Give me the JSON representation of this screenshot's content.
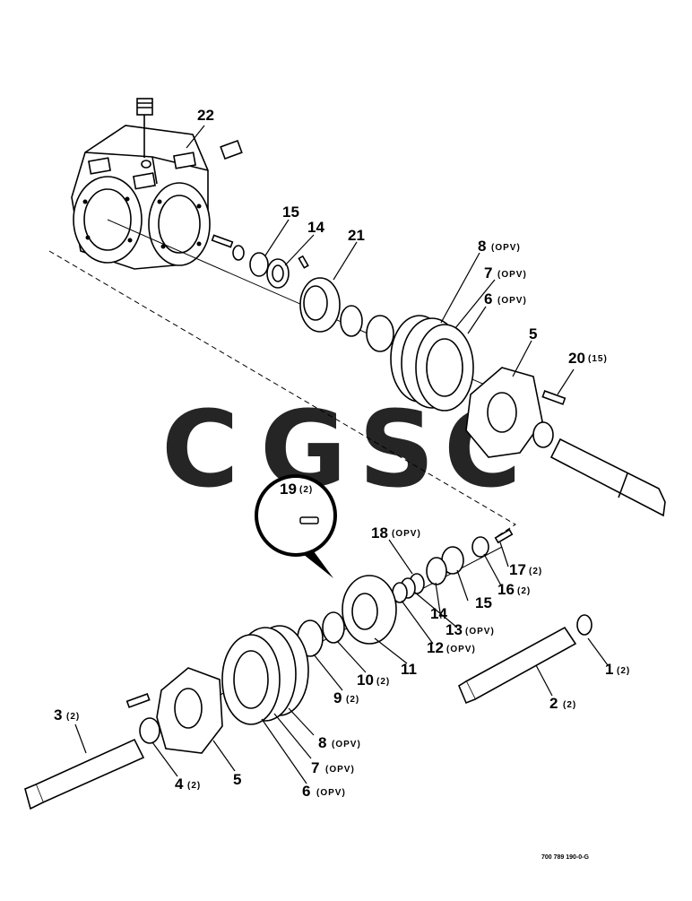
{
  "diagram": {
    "drawing_code": "700 789 190-0-G",
    "watermark": {
      "letters": [
        "C",
        "G",
        "S",
        "C"
      ],
      "colors": [
        "#7aaaf5",
        "#f27b78",
        "#f7cf55",
        "#5cbf8b"
      ]
    },
    "callouts": [
      {
        "id": "c22",
        "label": "22",
        "qty": ""
      },
      {
        "id": "c15a",
        "label": "15",
        "qty": ""
      },
      {
        "id": "c14a",
        "label": "14",
        "qty": ""
      },
      {
        "id": "c21",
        "label": "21",
        "qty": ""
      },
      {
        "id": "c8a",
        "label": "8",
        "qty": "(OPV)"
      },
      {
        "id": "c7a",
        "label": "7",
        "qty": "(OPV)"
      },
      {
        "id": "c6a",
        "label": "6",
        "qty": "(OPV)"
      },
      {
        "id": "c5a",
        "label": "5",
        "qty": ""
      },
      {
        "id": "c20",
        "label": "20",
        "qty": "(15)"
      },
      {
        "id": "c19",
        "label": "19",
        "qty": "(2)"
      },
      {
        "id": "c18",
        "label": "18",
        "qty": "(OPV)"
      },
      {
        "id": "c17",
        "label": "17",
        "qty": "(2)"
      },
      {
        "id": "c16",
        "label": "16",
        "qty": "(2)"
      },
      {
        "id": "c15b",
        "label": "15",
        "qty": ""
      },
      {
        "id": "c14b",
        "label": "14",
        "qty": ""
      },
      {
        "id": "c13",
        "label": "13",
        "qty": "(OPV)"
      },
      {
        "id": "c12",
        "label": "12",
        "qty": "(OPV)"
      },
      {
        "id": "c11",
        "label": "11",
        "qty": ""
      },
      {
        "id": "c10",
        "label": "10",
        "qty": "(2)"
      },
      {
        "id": "c9",
        "label": "9",
        "qty": "(2)"
      },
      {
        "id": "c1",
        "label": "1",
        "qty": "(2)"
      },
      {
        "id": "c2",
        "label": "2",
        "qty": "(2)"
      },
      {
        "id": "c3",
        "label": "3",
        "qty": "(2)"
      },
      {
        "id": "c4",
        "label": "4",
        "qty": "(2)"
      },
      {
        "id": "c5b",
        "label": "5",
        "qty": ""
      },
      {
        "id": "c8b",
        "label": "8",
        "qty": "(OPV)"
      },
      {
        "id": "c7b",
        "label": "7",
        "qty": "(OPV)"
      },
      {
        "id": "c6b",
        "label": "6",
        "qty": "(OPV)"
      }
    ]
  }
}
